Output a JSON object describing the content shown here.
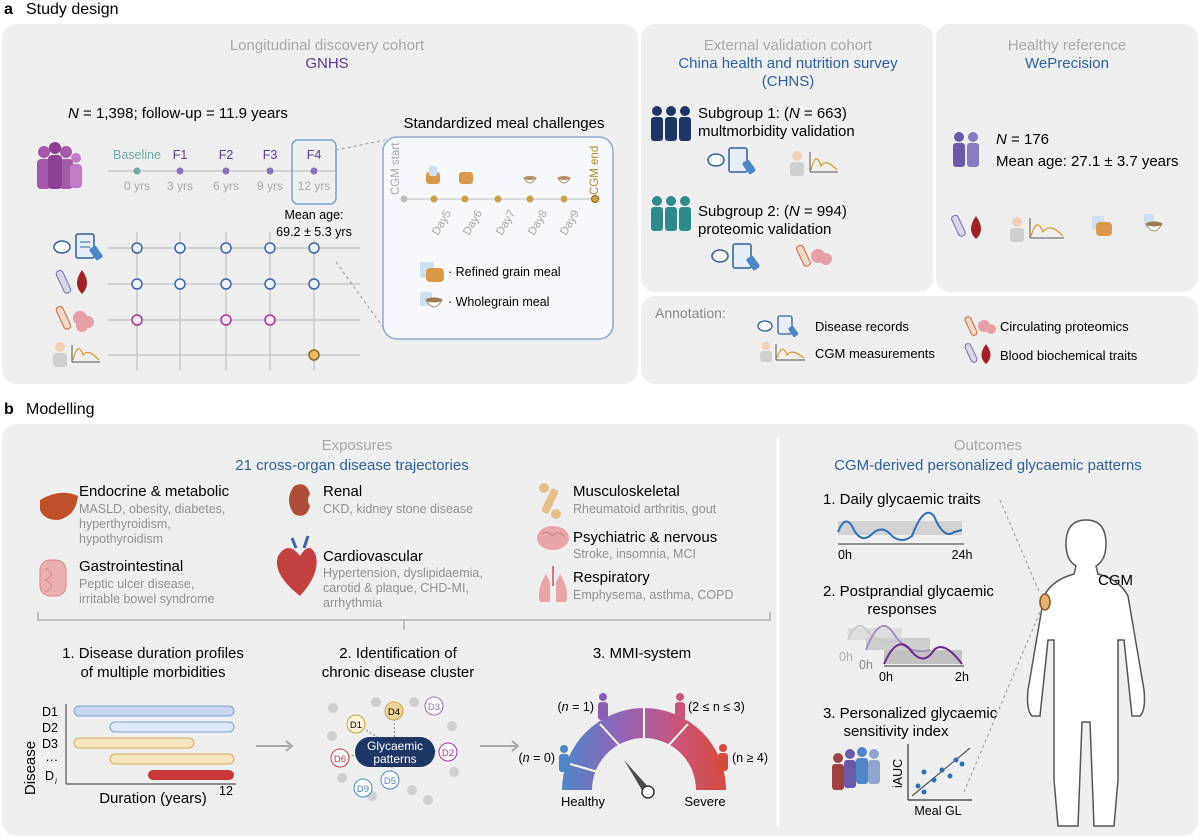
{
  "section_a": {
    "letter": "a",
    "title": "Study design"
  },
  "section_b": {
    "letter": "b",
    "title": "Modelling"
  },
  "discovery": {
    "heading": "Longitudinal discovery cohort",
    "name": "GNHS",
    "n_prefix": "N",
    "n_text": " = 1,398; follow-up = 11.9 years",
    "timepoints": [
      {
        "label": "Baseline",
        "years": "0 yrs"
      },
      {
        "label": "F1",
        "years": "3 yrs"
      },
      {
        "label": "F2",
        "years": "6 yrs"
      },
      {
        "label": "F3",
        "years": "9 yrs"
      },
      {
        "label": "F4",
        "years": "12 yrs"
      }
    ],
    "mean_age_label": "Mean age:",
    "mean_age_value": "69.2 ± 5.3 yrs"
  },
  "meal_challenges": {
    "title": "Standardized meal challenges",
    "cgm_start": "CGM start",
    "cgm_end": "CGM end",
    "days": [
      "Day5",
      "Day6",
      "Day7",
      "Day8",
      "Day9"
    ],
    "refined": "· Refined grain meal",
    "wholegrain": "· Wholegrain meal"
  },
  "validation": {
    "heading": "External validation cohort",
    "name_line1": "China health and nutrition survey",
    "name_line2": "(CHNS)",
    "sub1_a": "Subgroup 1: (",
    "sub1_n": "N",
    "sub1_b": " = 663)",
    "sub1_line2": "multmorbidity validation",
    "sub2_a": "Subgroup 2: (",
    "sub2_n": "N",
    "sub2_b": " = 994)",
    "sub2_line2": "proteomic validation"
  },
  "healthy": {
    "heading": "Healthy reference",
    "name": "WePrecision",
    "n_prefix": "N",
    "n_text": " = 176",
    "age": "Mean age: 27.1 ± 3.7 years"
  },
  "annotation": {
    "title": "Annotation:",
    "disease_records": "Disease records",
    "cgm": "CGM measurements",
    "proteomics": "Circulating proteomics",
    "blood": "Blood biochemical traits"
  },
  "exposures": {
    "heading": "Exposures",
    "subheading": "21 cross-organ disease trajectories",
    "organs": [
      {
        "name": "Endocrine & metabolic",
        "detail": [
          "MASLD, obesity, diabetes,",
          "hyperthyroidism,",
          "hypothyroidism"
        ]
      },
      {
        "name": "Gastrointestinal",
        "detail": [
          "Peptic ulcer disease,",
          "irritable bowel syndrome"
        ]
      },
      {
        "name": "Renal",
        "detail": [
          "CKD, kidney stone disease"
        ]
      },
      {
        "name": "Cardiovascular",
        "detail": [
          "Hypertension, dyslipidaemia,",
          "carotid & plaque, CHD-MI,",
          "arrhythmia"
        ]
      },
      {
        "name": "Musculoskeletal",
        "detail": [
          "Rheumatoid arthritis, gout"
        ]
      },
      {
        "name": "Psychiatric & nervous",
        "detail": [
          "Stroke, insomnia, MCI"
        ]
      },
      {
        "name": "Respiratory",
        "detail": [
          "Emphysema, asthma, COPD"
        ]
      }
    ]
  },
  "steps": {
    "step1": [
      "1. Disease duration profiles",
      "of multiple morbidities"
    ],
    "step2": [
      "2. Identification of",
      "chronic disease cluster"
    ],
    "step3": "3. MMI-system"
  },
  "duration_chart": {
    "y_title": "Disease",
    "x_title": "Duration (years)",
    "rows": [
      "D1",
      "D2",
      "D3",
      "···",
      "D"
    ],
    "di_sub": "i",
    "x_end": "12"
  },
  "cluster": {
    "center_line1": "Glycaemic",
    "center_line2": "patterns",
    "nodes": [
      "D1",
      "D4",
      "D3",
      "D6",
      "D2",
      "D9",
      "D5"
    ]
  },
  "mmi": {
    "n1_a": "(",
    "n1_n": "n",
    "n1_b": " = 1)",
    "n2": "(2 ≤ n ≤ 3)",
    "n0_a": "(",
    "n0_n": "n",
    "n0_b": " = 0)",
    "n4": "(n ≥ 4)",
    "healthy": "Healthy",
    "severe": "Severe"
  },
  "outcomes": {
    "heading": "Outcomes",
    "subheading": "CGM-derived personalized glycaemic patterns",
    "o1": "1. Daily glycaemic traits",
    "o1_x0": "0h",
    "o1_x1": "24h",
    "o2_line1": "2. Postprandial glycaemic",
    "o2_line2": "responses",
    "o2_x0a": "0h",
    "o2_x0b": "0h",
    "o2_x0c": "0h",
    "o2_x2": "2h",
    "o3_line1": "3. Personalized glycaemic",
    "o3_line2": "sensitivity index",
    "o3_y": "iAUC",
    "o3_x": "Meal GL",
    "cgm": "CGM"
  },
  "colors": {
    "panel": "#efefef",
    "purple": "#5a3b8c",
    "blue": "#2f5f9a",
    "gray_text": "#a8a8a8",
    "timeline": "#6fa8a6",
    "gold": "#b38a2a",
    "magenta": "#a8358f",
    "navy": "#1f3566"
  }
}
